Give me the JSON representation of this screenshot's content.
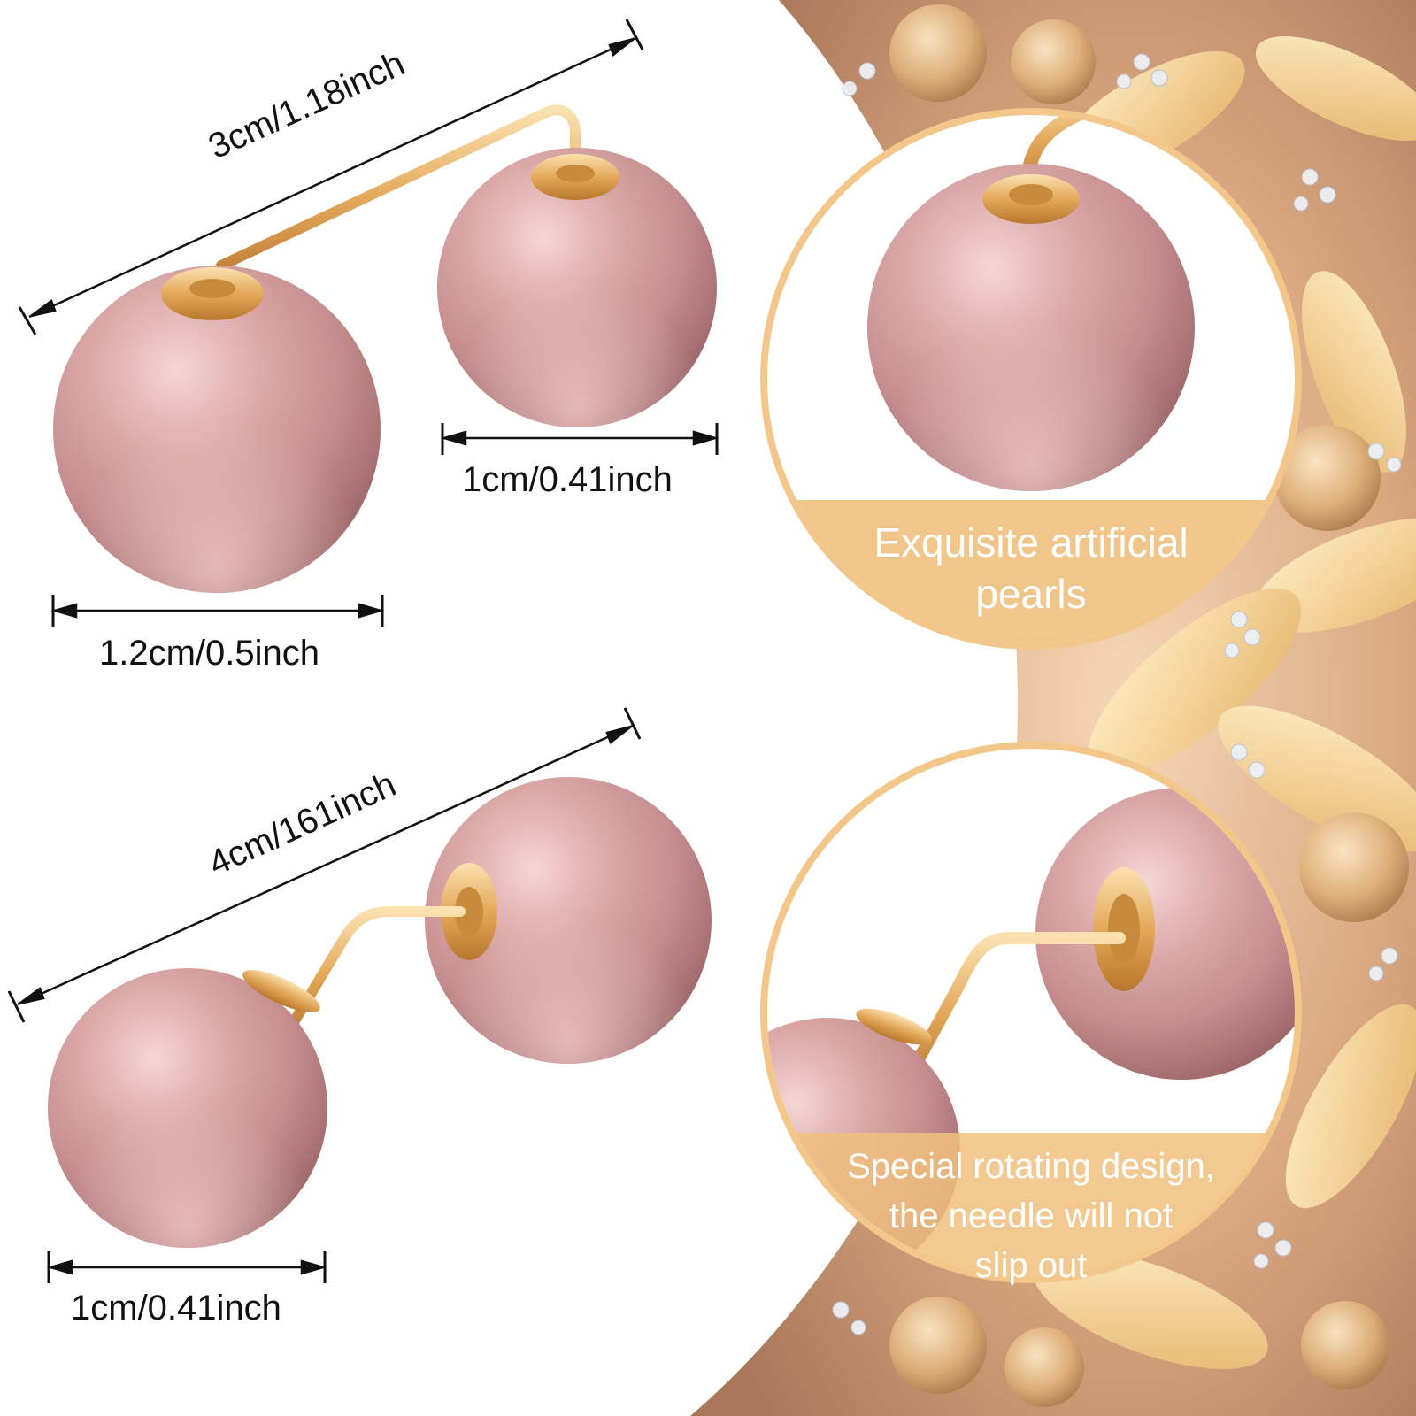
{
  "colors": {
    "background": "#ffffff",
    "pearl": "#d8a3a5",
    "gold": "#e7b062",
    "accent_gold": "#f3c789",
    "dimension_line": "#111111",
    "caption_text": "#ffffff"
  },
  "dimensions": {
    "top_pin_length": "3cm/1.18inch",
    "top_small_pearl": "1cm/0.41inch",
    "top_large_pearl": "1.2cm/0.5inch",
    "bottom_pin_length": "4cm/161inch",
    "bottom_pearl": "1cm/0.41inch"
  },
  "callouts": [
    {
      "text_line1": "Exquisite artificial",
      "text_line2": "pearls"
    },
    {
      "text_line1": "Special rotating design,",
      "text_line2": "the needle will not",
      "text_line3": "slip out"
    }
  ]
}
